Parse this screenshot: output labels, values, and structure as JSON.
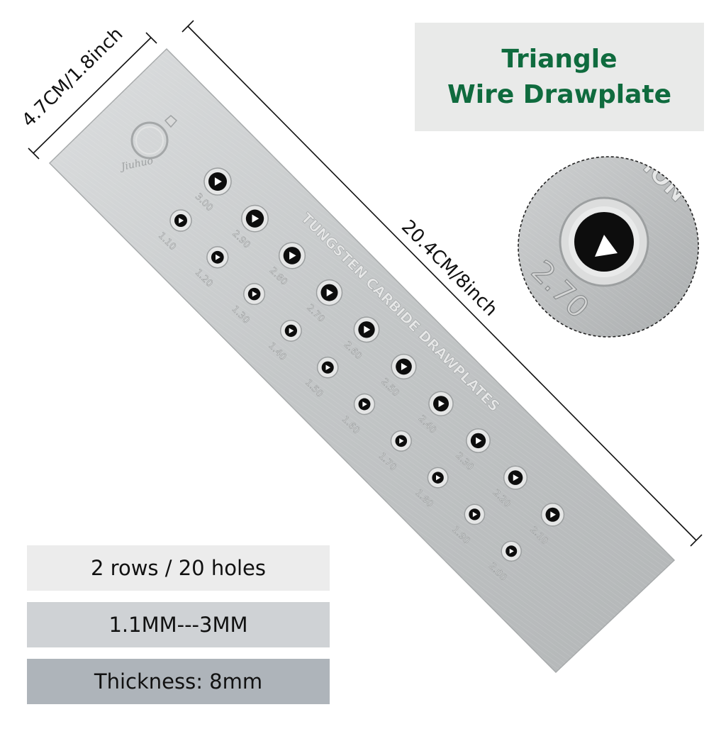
{
  "title": {
    "line1": "Triangle",
    "line2": "Wire Drawplate"
  },
  "dimensions": {
    "width": "4.7CM/1.8inch",
    "length": "20.4CM/8inch"
  },
  "specs": [
    "2 rows / 20 holes",
    "1.1MM---3MM",
    "Thickness: 8mm"
  ],
  "plate": {
    "engraving": "TUNGSTEN CARBIDE DRAWPLATES",
    "brand": "Jiuhuo",
    "row_top_sizes": [
      "3.00",
      "2.90",
      "2.80",
      "2.70",
      "2.60",
      "2.50",
      "2.40",
      "2.30",
      "2.20",
      "2.10"
    ],
    "row_bottom_sizes": [
      "1.10",
      "1.20",
      "1.30",
      "1.40",
      "1.50",
      "1.60",
      "1.70",
      "1.80",
      "1.90",
      "2.00"
    ]
  },
  "zoom": {
    "label": "2.70",
    "partial_text": "ION"
  },
  "colors": {
    "title_green": "#0f6b3e",
    "plate_steel": "#c9cbcc",
    "hole": "#0d0d0d"
  }
}
